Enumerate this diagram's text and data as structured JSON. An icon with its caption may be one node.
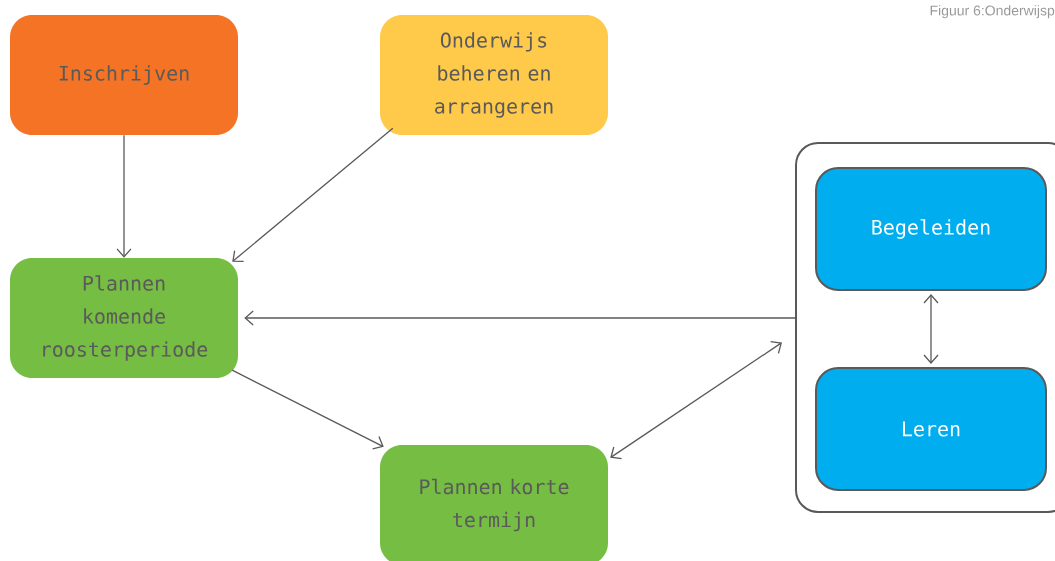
{
  "diagram": {
    "caption": "Figuur 6:Onderwijsp",
    "nodes": [
      {
        "text": [
          "Inschrijven"
        ]
      },
      {
        "text": [
          "Onderwijs beheren en arrangeren"
        ]
      },
      {
        "text": [
          "Plannen komende roosterperiode"
        ]
      },
      {
        "text": [
          "Plannen korte termijn"
        ]
      },
      {
        "text": [],
        "shape": "box"
      },
      {
        "text": [
          "Begeleiden"
        ],
        "in": 4
      },
      {
        "text": [
          "Leren"
        ],
        "in": 4
      }
    ],
    "edges": [
      {
        "from": 0,
        "to": 2,
        "arrow": "to"
      },
      {
        "from": 1,
        "to": 2,
        "arrow": "to"
      },
      {
        "from": 4,
        "to": 2,
        "arrow": "to"
      },
      {
        "from": 2,
        "to": 3,
        "arrow": "to"
      },
      {
        "from": 3,
        "to": 4,
        "arrow": "both"
      },
      {
        "from": 5,
        "to": 6,
        "arrow": "both"
      }
    ]
  }
}
